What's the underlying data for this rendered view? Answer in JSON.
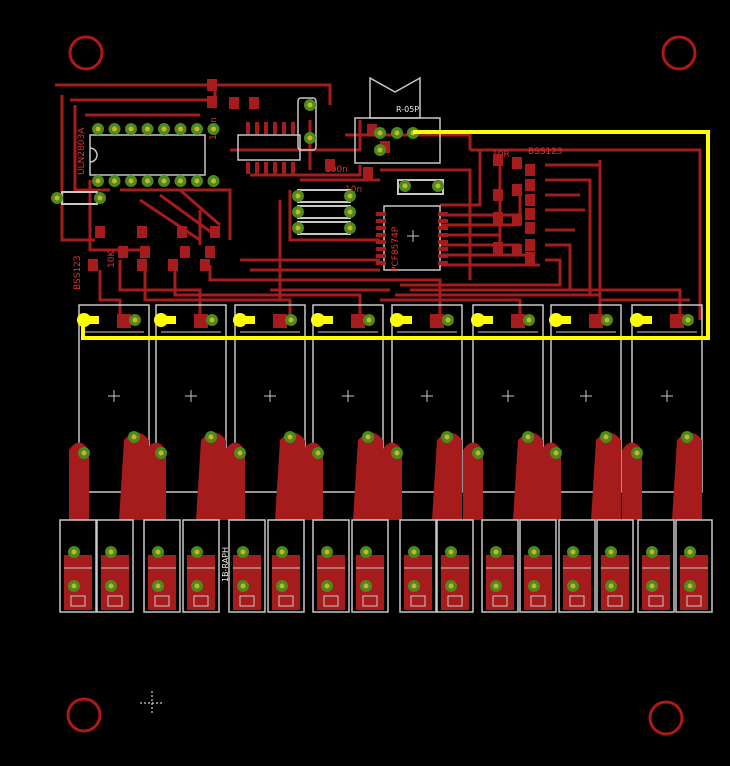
{
  "colors": {
    "background": "#000000",
    "copper": "#a61c1c",
    "outline": "#c8c8c8",
    "pad": "#4a8a1e",
    "hole": "#c8b428",
    "highlight_net": "#ffff00",
    "mount_hole": "#b01818"
  },
  "labels": {
    "ic1": "ULN2803A",
    "ic2": "PCF8574P",
    "regulator": "R-05P",
    "cap_top": "100n",
    "cap_mid": "100n",
    "transistor_top": "BSS123",
    "transistor_left": "BSS123",
    "resistor_10k": "10K",
    "resistor_10r": "10R",
    "cap_rc": "10n",
    "relay_text": "1B-RAPH"
  },
  "relays": 8,
  "terminal_pairs": 8,
  "cursor_icon": "crosshair-icon"
}
